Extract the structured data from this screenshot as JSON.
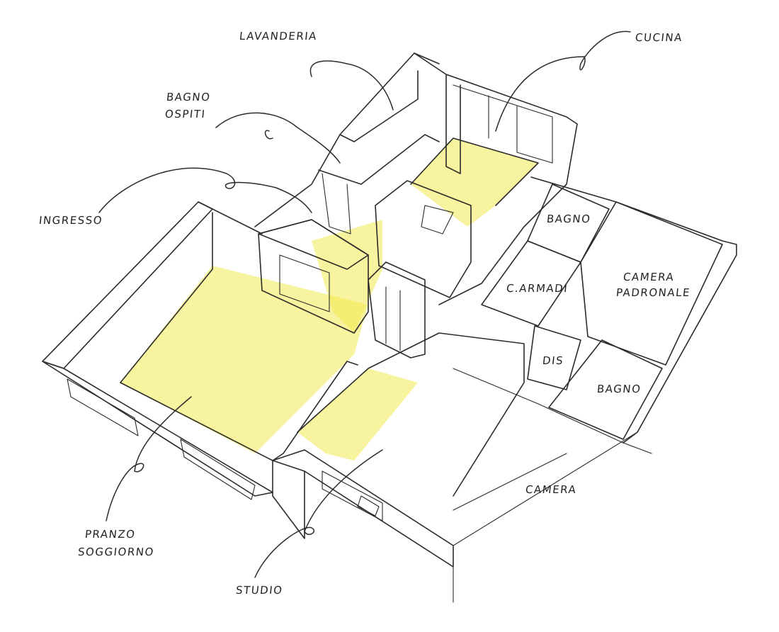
{
  "colors": {
    "ink": "#2b2b2b",
    "highlight": "#f2e94e",
    "paper": "#ffffff"
  },
  "labels": {
    "lavanderia": "LAVANDERIA",
    "cucina": "CUCINA",
    "bagno_ospiti_line1": "BAGNO",
    "bagno_ospiti_line2": "OSPITI",
    "ingresso": "INGRESSO",
    "bagno_top": "BAGNO",
    "camera_padronale_line1": "CAMERA",
    "camera_padronale_line2": "PADRONALE",
    "armadi": "C.ARMADI",
    "dis": "DIS",
    "bagno_bottom": "BAGNO",
    "camera": "CAMERA",
    "pranzo_soggiorno_line1": "PRANZO",
    "pranzo_soggiorno_line2": "SOGGIORNO",
    "studio": "STUDIO"
  }
}
